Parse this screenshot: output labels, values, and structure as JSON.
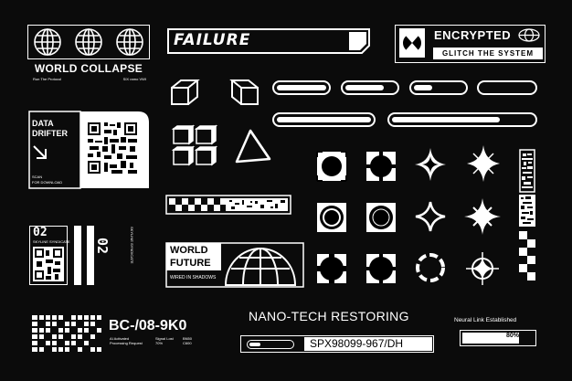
{
  "world_collapse": {
    "title": "WORLD COLLAPSE",
    "sub_left": "Run The Protocol",
    "sub_right": "SIX ramo VWI"
  },
  "failure": {
    "label": "FAILURE"
  },
  "encrypted": {
    "title": "ENCRYPTED",
    "subtitle": "GLITCH THE SYSTEM"
  },
  "data_drifter": {
    "title_1": "DATA",
    "title_2": "DRIFTER",
    "scan_1": "SCAN",
    "scan_2": "FOR DOWNLOAD"
  },
  "world_future": {
    "title_1": "WORLD",
    "title_2": "FUTURE",
    "sub": "WIRED IN SHADOWS"
  },
  "vertical_tags": {
    "left_num": "02",
    "left_text": "SKYLINE SYNDICATE",
    "mid_num": "02",
    "mid_text": "SKYLINE SYNDICATE"
  },
  "bc_code": {
    "code": "BC-/08-9K0",
    "meta_1a": "AI Activated",
    "meta_1b": "Processing Request",
    "meta_2a": "Signal Lost",
    "meta_2b": "70%",
    "meta_3a": "BN50",
    "meta_3b": "C600"
  },
  "nano": {
    "title": "NANO-TECH RESTORING",
    "code": "SPX98099-967/DH"
  },
  "neural": {
    "label": "Neural Link Established",
    "progress_text": "80%",
    "progress": 0.8
  },
  "colors": {
    "background": "#0b0b0b",
    "foreground": "#ffffff"
  }
}
